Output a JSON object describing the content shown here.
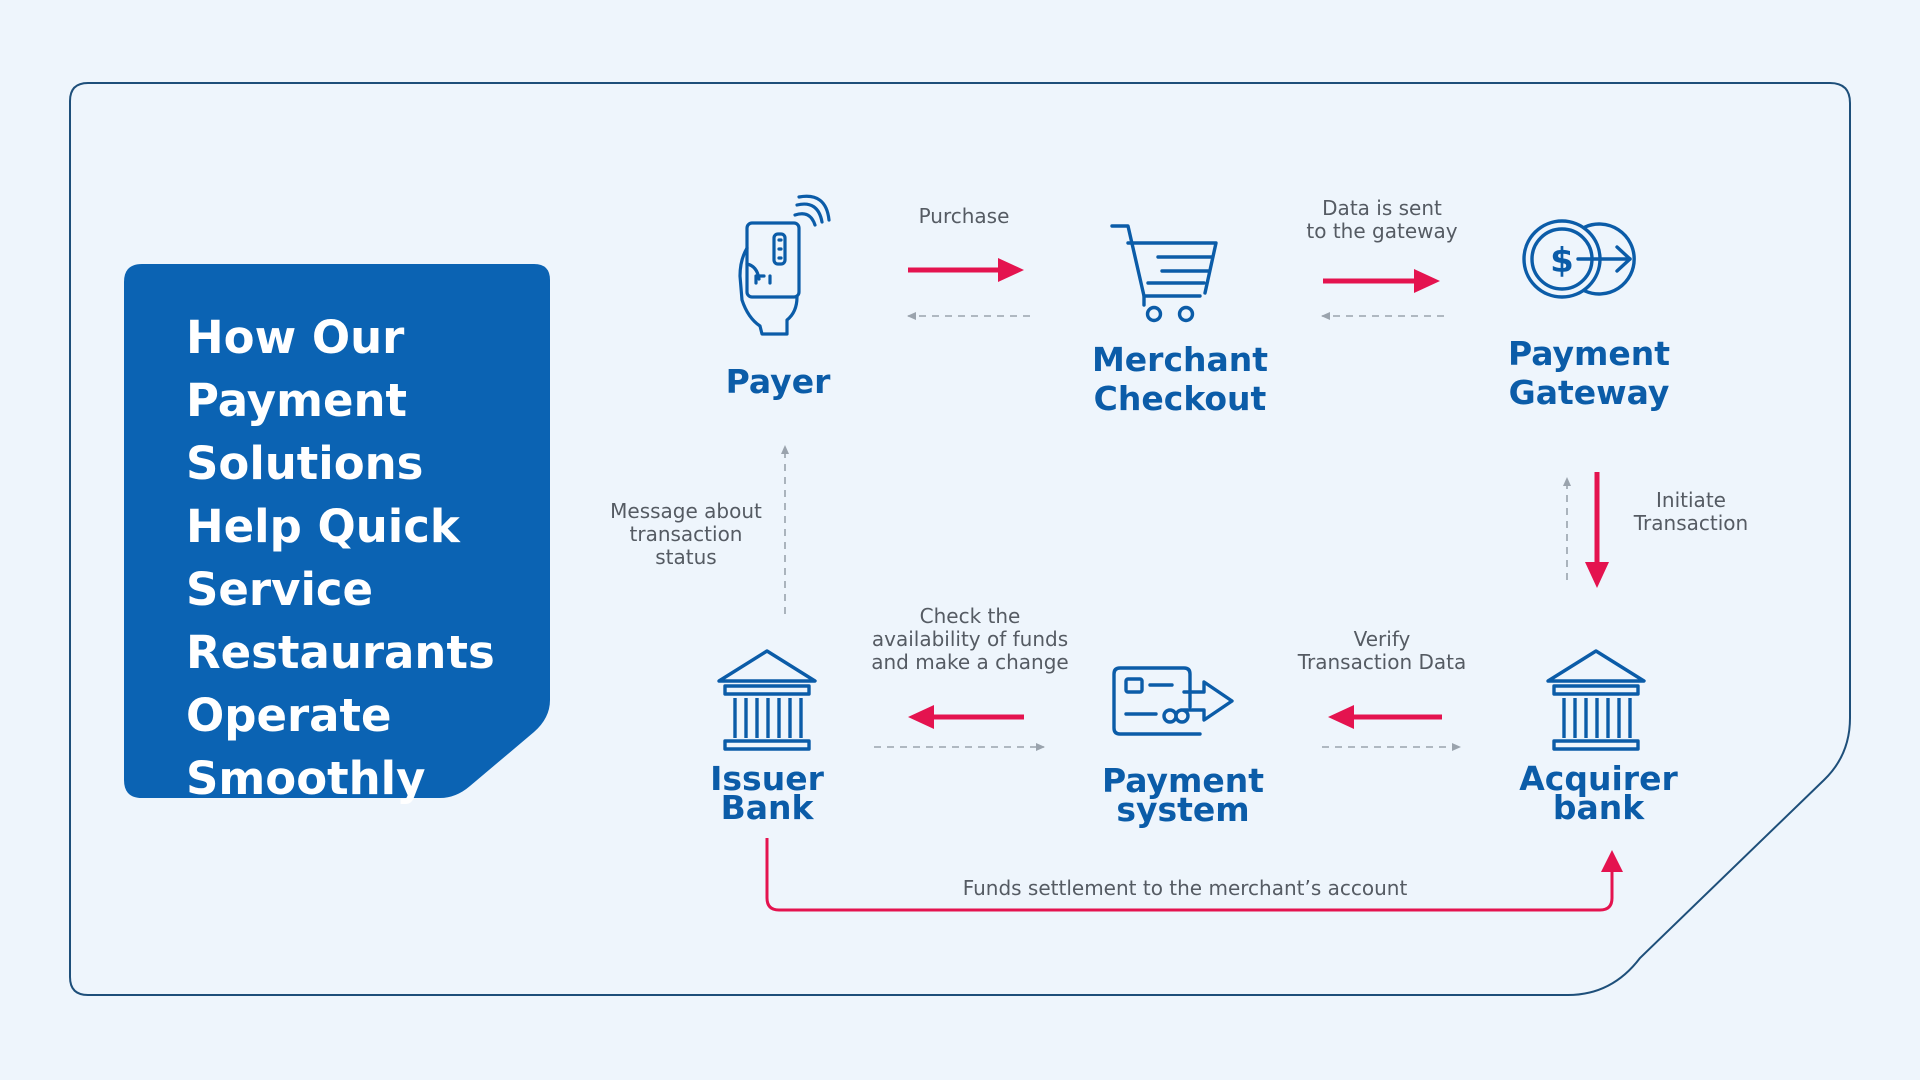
{
  "title": "How Our Payment Solutions Help Quick Service Restaurants Operate Smoothly",
  "nodes": {
    "payer": "Payer",
    "merchant_checkout": "Merchant\nCheckout",
    "payment_gateway": "Payment\nGateway",
    "acquirer_bank": "Acquirer\nbank",
    "payment_system": "Payment\nsystem",
    "issuer_bank": "Issuer\nBank"
  },
  "edges": {
    "purchase": "Purchase",
    "data_sent": "Data is sent\nto the gateway",
    "initiate": "Initiate\nTransaction",
    "verify": "Verify\nTransaction Data",
    "check_funds": "Check the\navailability of funds\nand make a change",
    "message_status": "Message about\ntransaction\nstatus",
    "settlement": "Funds settlement to the merchant’s account"
  },
  "icons": {
    "payer": "hand-card-contactless-icon",
    "merchant_checkout": "shopping-cart-icon",
    "payment_gateway": "dollar-coins-arrow-icon",
    "acquirer_bank": "bank-building-icon",
    "payment_system": "card-transfer-icon",
    "issuer_bank": "bank-building-icon"
  },
  "colors": {
    "background": "#eef5fc",
    "frame": "#1e4f7a",
    "card": "#0b63b3",
    "node_text": "#0b5ca8",
    "arrow_primary": "#e4134f",
    "arrow_dashed": "#9aa3ad"
  }
}
